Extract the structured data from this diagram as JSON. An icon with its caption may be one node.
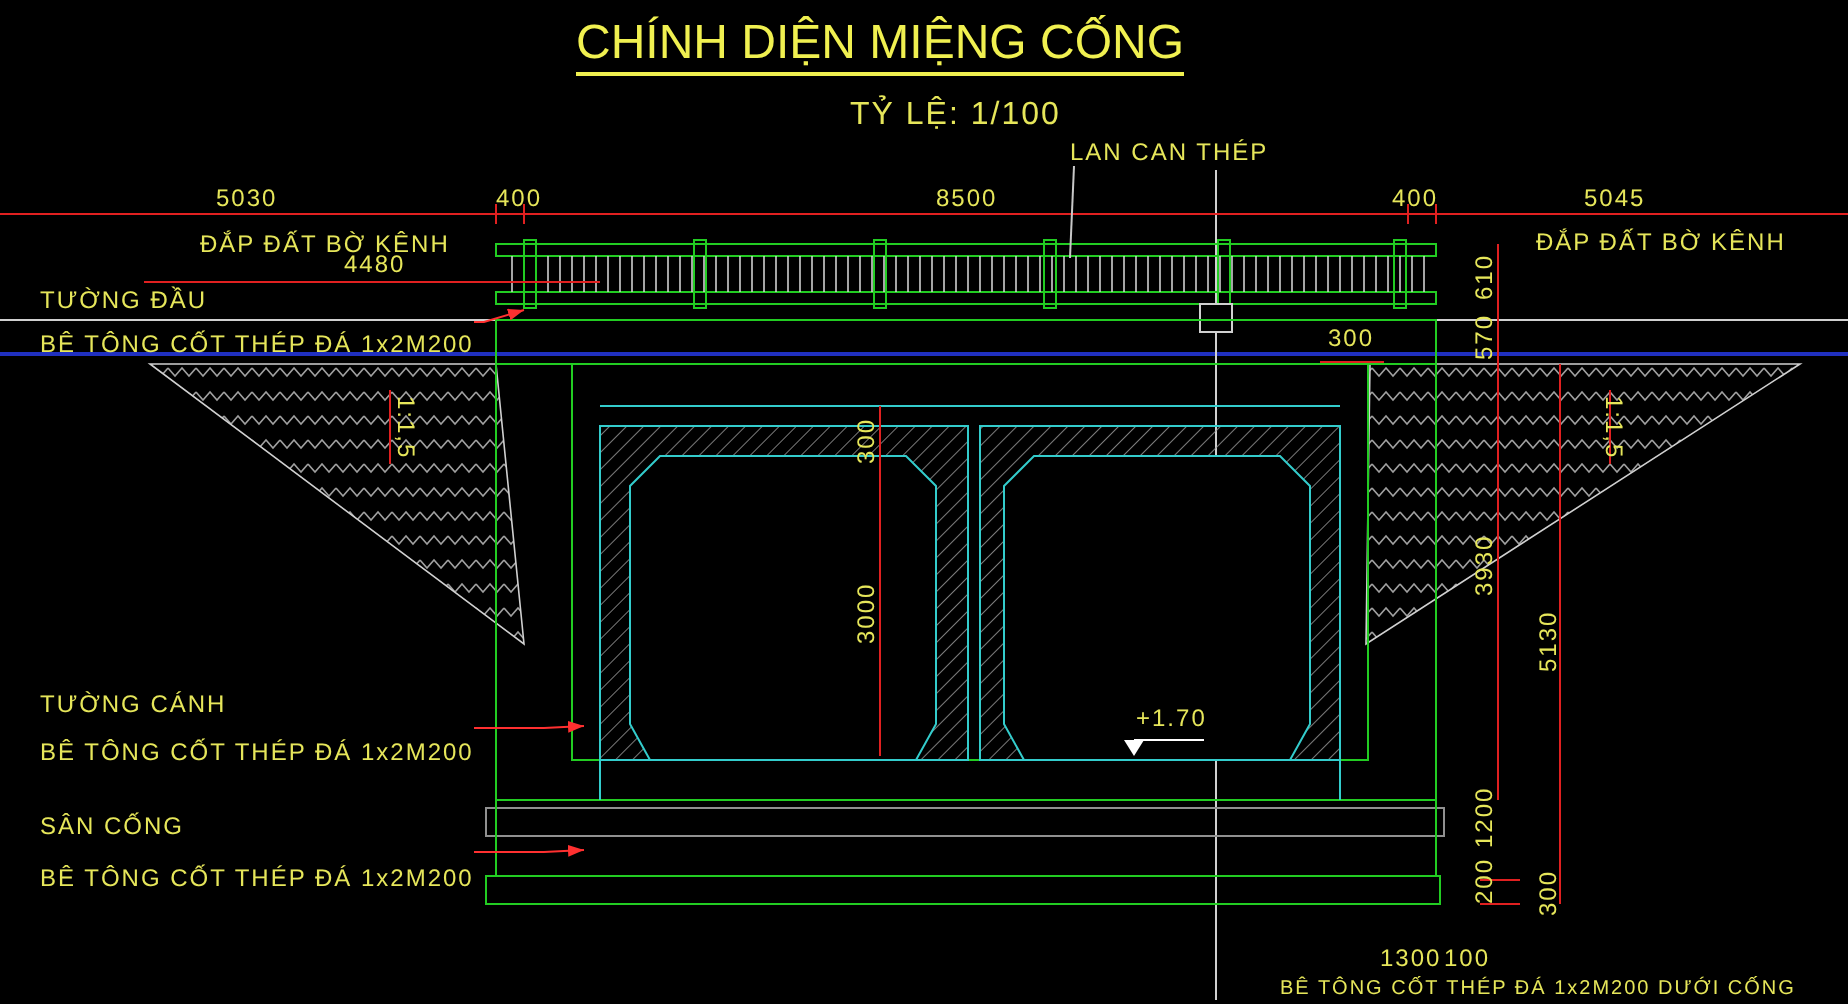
{
  "diagram": {
    "title": "CHÍNH DIỆN MIỆNG CỐNG",
    "nodes": [
      {
        "text": [
          "LAN CAN THÉP"
        ]
      },
      {
        "text": [
          "TƯỜNG ĐẦU",
          "BÊ TÔNG CỐT THÉP ĐÁ 1x2M200"
        ]
      },
      {
        "text": [
          "TƯỜNG CÁNH",
          "BÊ TÔNG CỐT THÉP ĐÁ 1x2M200"
        ]
      },
      {
        "text": [
          "SÂN CỐNG",
          "BÊ TÔNG CỐT THÉP ĐÁ 1x2M200"
        ]
      }
    ],
    "edges": [
      {
        "from": 0,
        "to": null,
        "arrow": "none",
        "color": "#c8c8c8"
      },
      {
        "from": 1,
        "to": null,
        "arrow": "to"
      },
      {
        "from": 2,
        "to": null,
        "arrow": "to"
      },
      {
        "from": 3,
        "to": null,
        "arrow": "to"
      }
    ],
    "labels": [
      "TỶ LỆ: 1/100",
      "5030",
      "400",
      "8500",
      "400",
      "5045",
      "ĐẮP ĐẤT BỜ KÊNH",
      "4480",
      "ĐẮP ĐẤT BỜ KÊNH",
      "610",
      "570",
      "300",
      "1:1,5",
      "300",
      "1:1,5",
      "3000",
      "3930",
      "5130",
      "+1.70",
      "1200",
      "200",
      "300",
      "1300",
      "100",
      "BÊ TÔNG CỐT THÉP ĐÁ 1x2M200 DƯỚI CỐNG"
    ]
  }
}
